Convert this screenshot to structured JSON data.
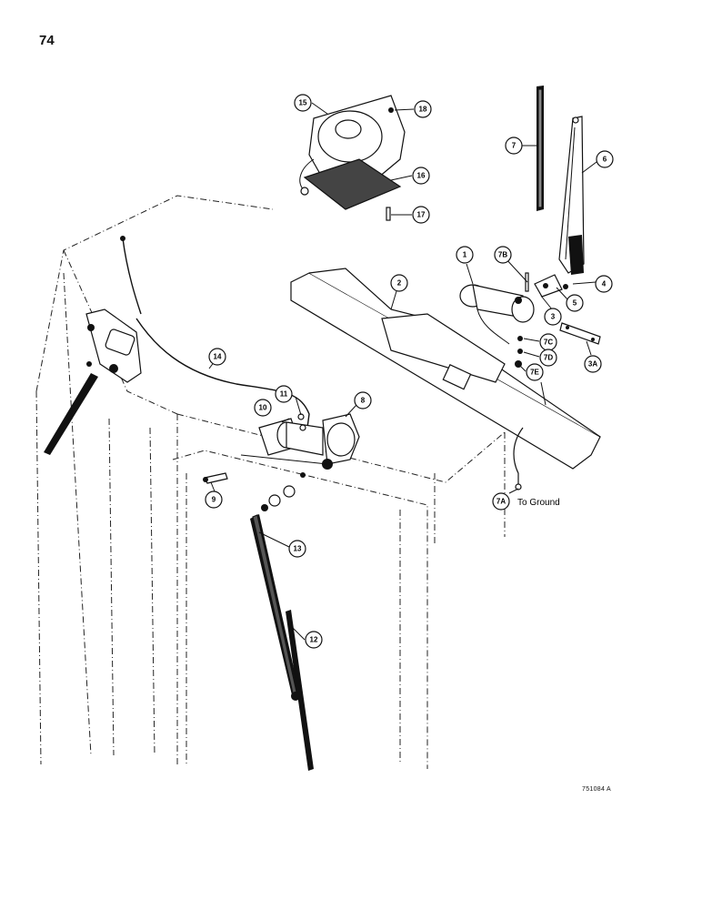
{
  "page": {
    "number": "74",
    "figure_code": "751084 A"
  },
  "callouts": [
    {
      "id": "1",
      "label": "1"
    },
    {
      "id": "2",
      "label": "2"
    },
    {
      "id": "3",
      "label": "3"
    },
    {
      "id": "3a",
      "label": "3A"
    },
    {
      "id": "4",
      "label": "4"
    },
    {
      "id": "5",
      "label": "5"
    },
    {
      "id": "6",
      "label": "6"
    },
    {
      "id": "7",
      "label": "7"
    },
    {
      "id": "7a",
      "label": "7A"
    },
    {
      "id": "7b",
      "label": "7B"
    },
    {
      "id": "7c",
      "label": "7C"
    },
    {
      "id": "7d",
      "label": "7D"
    },
    {
      "id": "7e",
      "label": "7E"
    },
    {
      "id": "8",
      "label": "8"
    },
    {
      "id": "9",
      "label": "9"
    },
    {
      "id": "10",
      "label": "10"
    },
    {
      "id": "11",
      "label": "11"
    },
    {
      "id": "12",
      "label": "12"
    },
    {
      "id": "13",
      "label": "13"
    },
    {
      "id": "14",
      "label": "14"
    },
    {
      "id": "15",
      "label": "15"
    },
    {
      "id": "16",
      "label": "16"
    },
    {
      "id": "17",
      "label": "17"
    },
    {
      "id": "18",
      "label": "18"
    }
  ],
  "annotations": {
    "ground": "To Ground"
  }
}
